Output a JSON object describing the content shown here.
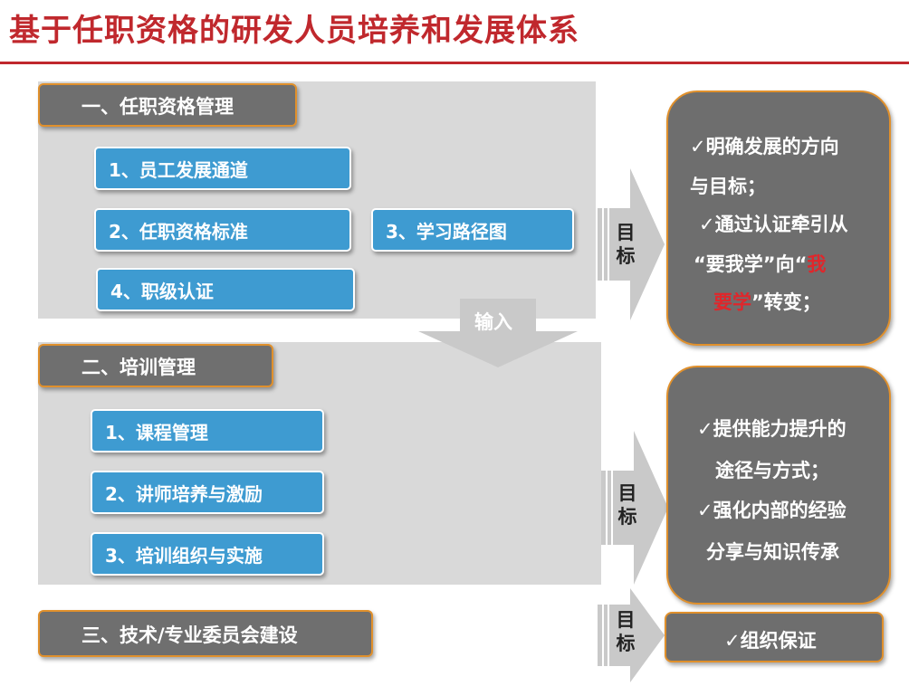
{
  "title": "基于任职资格的研发人员培养和发展体系",
  "colors": {
    "title_red": "#c0282d",
    "panel_gray": "#d9d9d9",
    "label_gray": "#6f6f6f",
    "item_blue": "#3e9bd1",
    "border_orange": "#e0902c",
    "highlight_red": "#e0262b"
  },
  "sections": {
    "qualification": {
      "label": "一、任职资格管理",
      "items": [
        "1、员工发展通道",
        "2、任职资格标准",
        "3、学习路径图",
        "4、职级认证"
      ]
    },
    "training": {
      "label": "二、培训管理",
      "items": [
        "1、课程管理",
        "2、讲师培养与激励",
        "3、培训组织与实施"
      ]
    },
    "committee": {
      "label": "三、技术/专业委员会建设"
    }
  },
  "input_arrow": {
    "label": "输入"
  },
  "goal_arrows": [
    {
      "chars": [
        "目",
        "标"
      ]
    },
    {
      "chars": [
        "目",
        "标"
      ]
    },
    {
      "chars": [
        "目",
        "标"
      ]
    }
  ],
  "goals": {
    "g1": {
      "line1": "✓明确发展的方向",
      "line2": "与目标；",
      "line3": "✓通过认证牵引从",
      "line4a": "“要我学”向“",
      "line4b": "我",
      "line5a": "要学",
      "line5b": "”转变；"
    },
    "g2": {
      "line1": "✓提供能力提升的",
      "line2": "途径与方式；",
      "line3": "✓强化内部的经验",
      "line4": "分享与知识传承"
    },
    "g3": {
      "line1": "✓组织保证"
    }
  }
}
